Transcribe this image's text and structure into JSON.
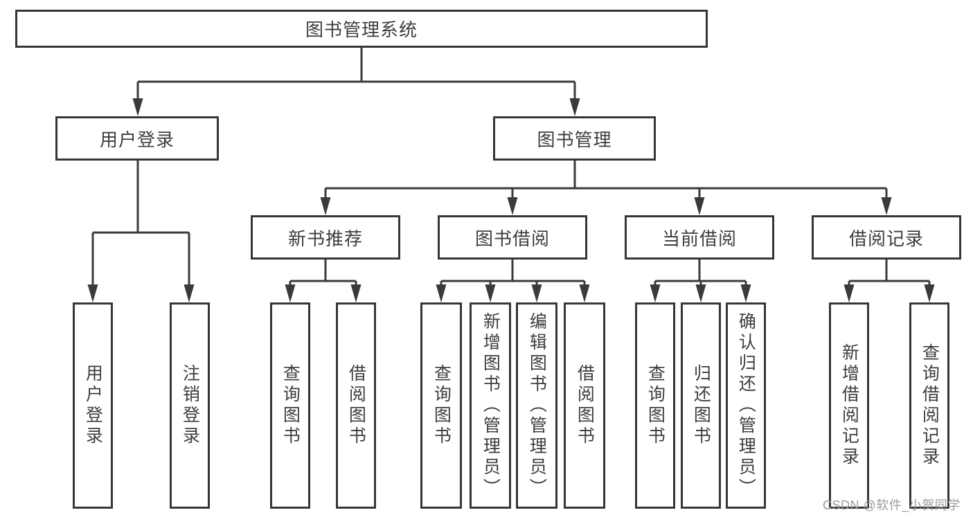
{
  "colors": {
    "line": "#3a3a3a",
    "box_border": "#363636",
    "text": "#3d3d3d",
    "watermark": "#9c9c9c",
    "background": "#ffffff"
  },
  "nodes": {
    "root": "图书管理系统",
    "level2": [
      "用户登录",
      "图书管理"
    ],
    "level3": [
      "新书推荐",
      "图书借阅",
      "当前借阅",
      "借阅记录"
    ],
    "leaves": [
      "用户登录",
      "注销登录",
      "查询图书",
      "借阅图书",
      "查询图书",
      "新增图书（管理员）",
      "编辑图书（管理员）",
      "借阅图书",
      "查询图书",
      "归还图书",
      "确认归还（管理员）",
      "新增借阅记录",
      "查询借阅记录"
    ]
  },
  "hierarchy": {
    "图书管理系统": [
      "用户登录",
      "图书管理"
    ],
    "用户登录": [
      "用户登录",
      "注销登录"
    ],
    "图书管理": [
      "新书推荐",
      "图书借阅",
      "当前借阅",
      "借阅记录"
    ],
    "新书推荐": [
      "查询图书",
      "借阅图书"
    ],
    "图书借阅": [
      "查询图书",
      "新增图书（管理员）",
      "编辑图书（管理员）",
      "借阅图书"
    ],
    "当前借阅": [
      "查询图书",
      "归还图书",
      "确认归还（管理员）"
    ],
    "借阅记录": [
      "新增借阅记录",
      "查询借阅记录"
    ]
  },
  "watermark": {
    "text": "CSDN @软件_小贺同学"
  }
}
